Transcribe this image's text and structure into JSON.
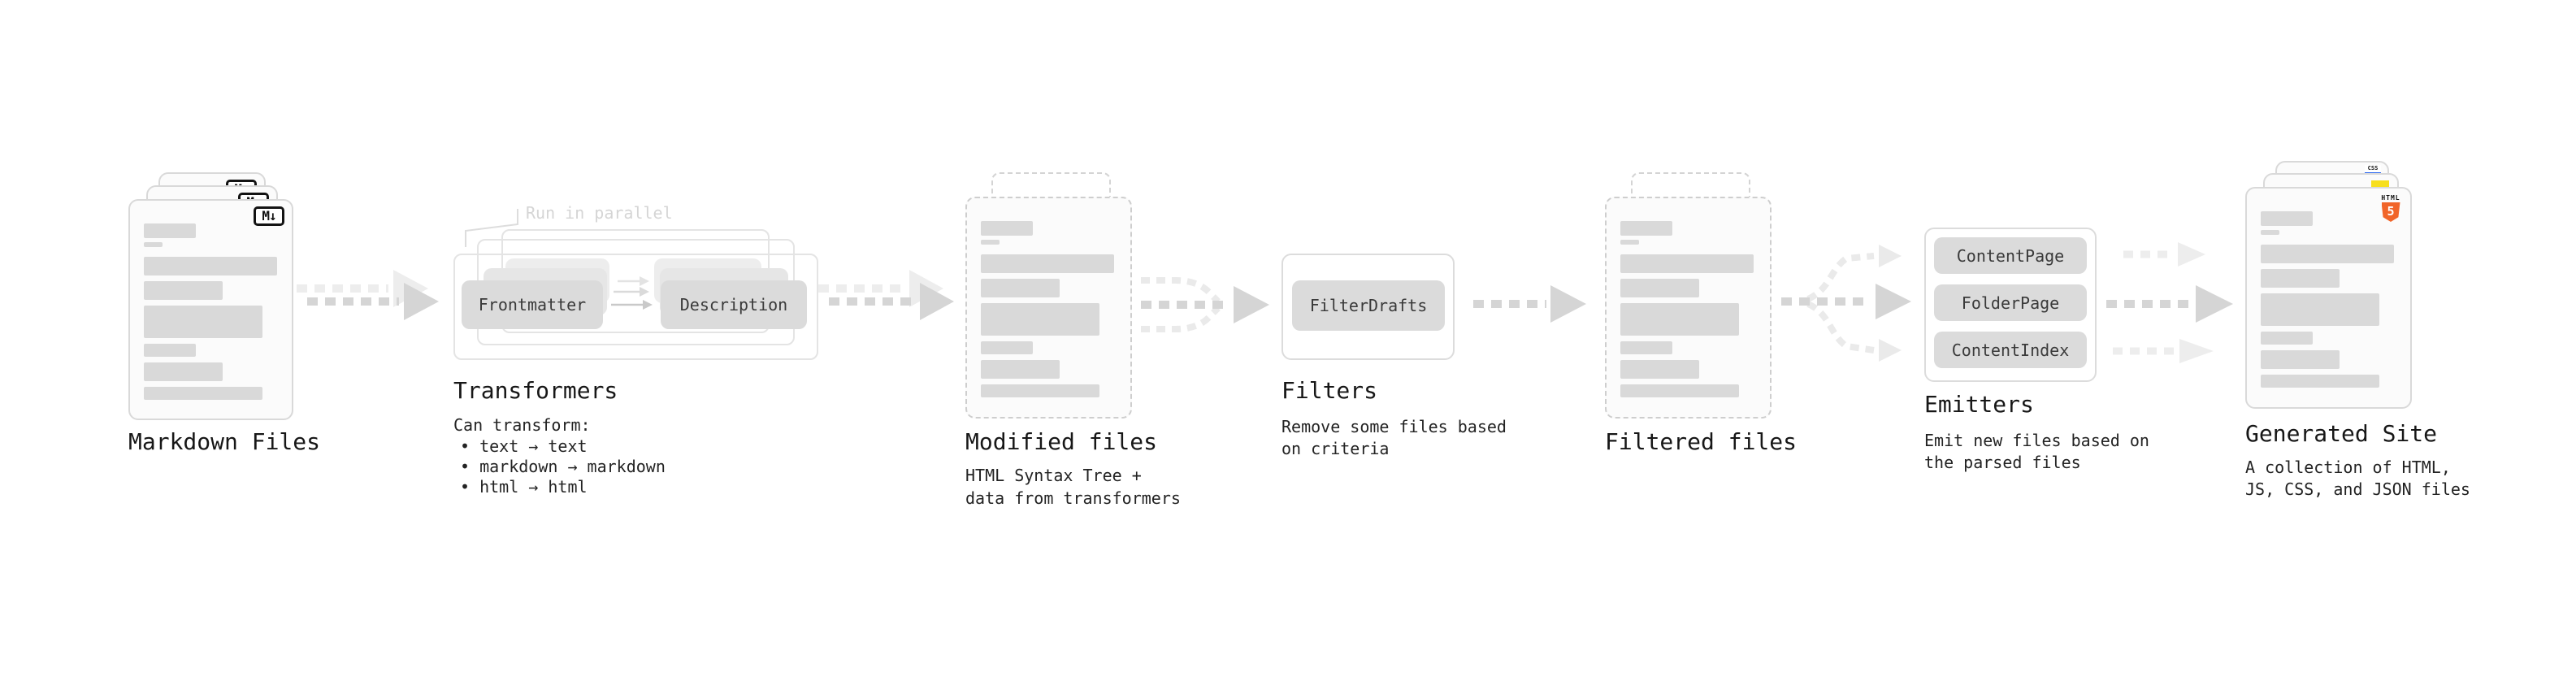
{
  "diagram_title_note": "static site generation pipeline",
  "colors": {
    "arrow_dark": "#d5d5d5",
    "arrow_light": "#ededed",
    "doc_border": "#d9d9d9",
    "doc_bg": "#fbfbfb",
    "bar_fill": "#d9d9d9",
    "box_fill": "#dbdbdb",
    "heading_text": "#171717",
    "callout_text": "#d5d5d5",
    "html5_orange": "#f16529",
    "js_yellow": "#f7df1e",
    "css_blue": "#2965f1"
  },
  "stages": {
    "markdown_files": {
      "label": "Markdown Files",
      "icon_text": "M↓"
    },
    "transformers": {
      "callout": "Run in parallel",
      "box_frontmatter": "Frontmatter",
      "box_description": "Description",
      "heading": "Transformers",
      "sub_heading": "Can transform:",
      "bullets": [
        "• text → text",
        "• markdown → markdown",
        "• html → html"
      ]
    },
    "modified_files": {
      "heading": "Modified files",
      "description_lines": [
        "HTML Syntax Tree +",
        "data from transformers"
      ]
    },
    "filters": {
      "heading": "Filters",
      "box_filterdrafts": "FilterDrafts",
      "description_lines": [
        "Remove some files based",
        "on criteria"
      ]
    },
    "filtered_files": {
      "heading": "Filtered files"
    },
    "emitters": {
      "heading": "Emitters",
      "boxes": [
        "ContentPage",
        "FolderPage",
        "ContentIndex"
      ],
      "description_lines": [
        "Emit new files based on",
        "the parsed files"
      ]
    },
    "generated_site": {
      "heading": "Generated Site",
      "badge_css": "CSS",
      "badge_html_word": "HTML",
      "badge_html5_number": "5",
      "description_lines": [
        "A collection of HTML,",
        "JS, CSS, and JSON files"
      ]
    }
  }
}
